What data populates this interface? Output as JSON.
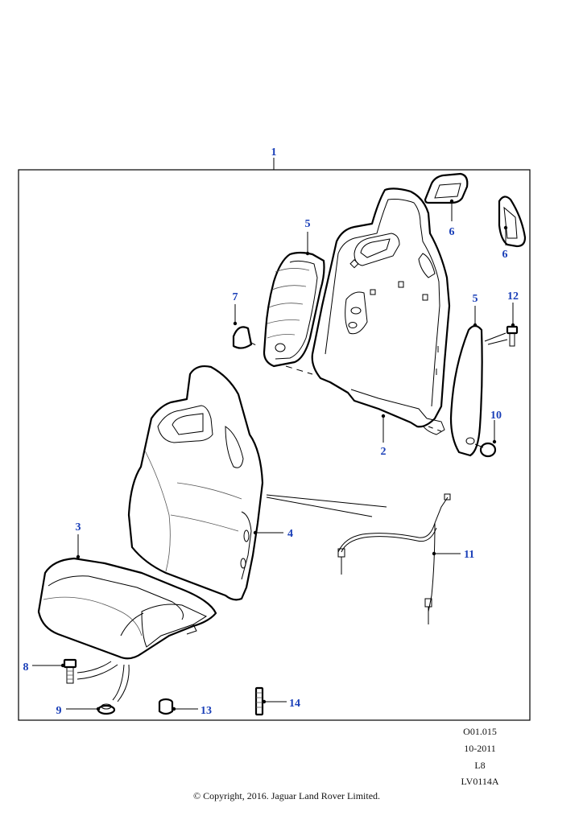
{
  "callouts": {
    "c1": "1",
    "c2": "2",
    "c3": "3",
    "c4": "4",
    "c5a": "5",
    "c5b": "5",
    "c6a": "6",
    "c6b": "6",
    "c7": "7",
    "c8": "8",
    "c9": "9",
    "c10": "10",
    "c11": "11",
    "c12": "12",
    "c13": "13",
    "c14": "14"
  },
  "meta": {
    "code": "O01.015",
    "date": "10-2011",
    "model": "L8",
    "ref": "LV0114A"
  },
  "copyright": "© Copyright, 2016. Jaguar Land Rover Limited.",
  "colors": {
    "callout": "#1a3fb8",
    "line": "#000000",
    "background": "#ffffff"
  }
}
